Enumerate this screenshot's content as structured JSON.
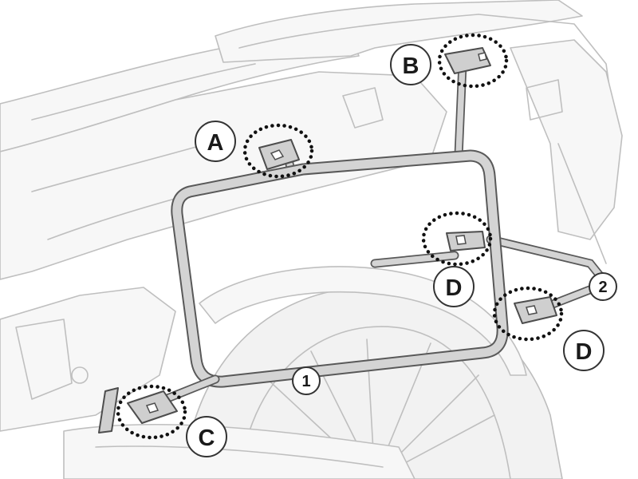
{
  "labels": {
    "a": "A",
    "b": "B",
    "c": "C",
    "d_upper": "D",
    "d_lower": "D",
    "one": "1",
    "two": "2"
  },
  "colors": {
    "line_art": "#bfbfbf",
    "rack_outline": "#595959",
    "rack_fill": "#d4d4d4",
    "callout_ring": "#111111"
  }
}
